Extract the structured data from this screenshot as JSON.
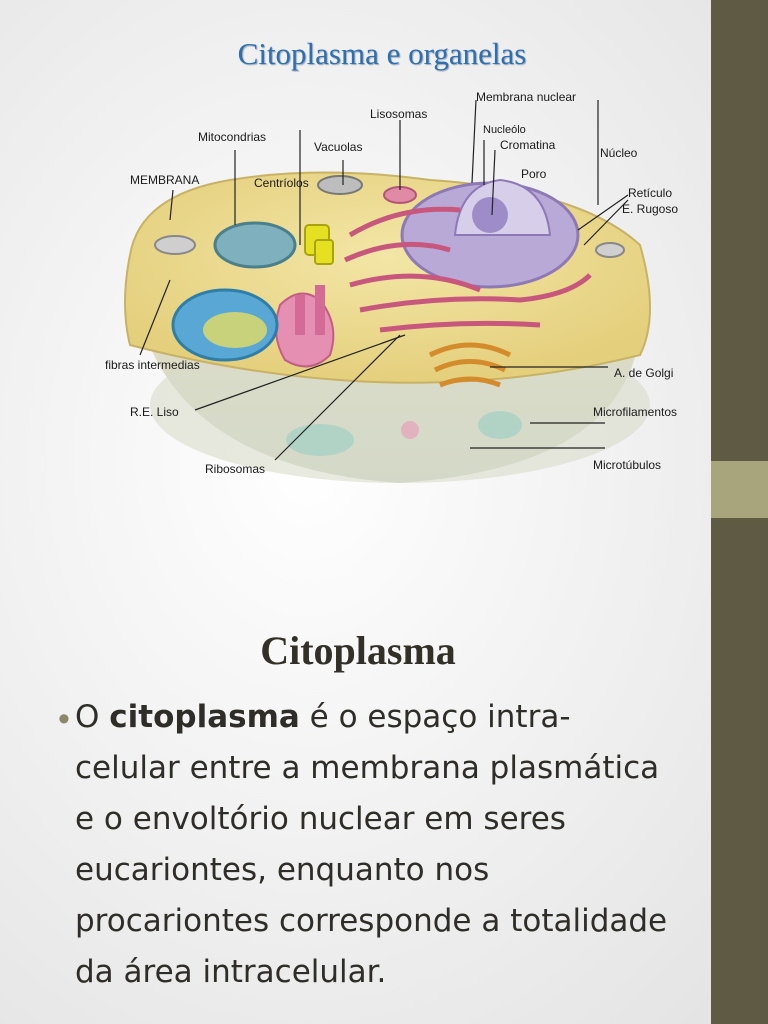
{
  "diagram": {
    "title": "Citoplasma e organelas",
    "labels": {
      "membrana_nuclear": "Membrana nuclear",
      "lisosomas": "Lisosomas",
      "mitocondrias": "Mitocondrias",
      "vacuolas": "Vacuolas",
      "nucleolo": "Nucleólo",
      "cromatina": "Cromatina",
      "nucleo": "Núcleo",
      "membrana": "MEMBRANA",
      "centriolos": "Centríolos",
      "poro": "Poro",
      "reticulo": "Retículo",
      "e_rugoso": "E. Rugoso",
      "fibras": "fibras intermedias",
      "golgi": "A. de Golgi",
      "re_liso": "R.E. Liso",
      "microfilamentos": "Microfilamentos",
      "ribosomas": "Ribosomas",
      "microtubulos": "Microtúbulos"
    }
  },
  "slide": {
    "heading": "Citoplasma",
    "bullet_prefix": "O ",
    "bullet_bold": "citoplasma",
    "bullet_rest": " é o espaço intra-celular entre a membrana plasmática e o envoltório nuclear em seres eucariontes, enquanto nos procariontes corresponde a totalidade da área intracelular."
  },
  "colors": {
    "side_bar": "#5f5a44",
    "side_accent": "#a8a57d",
    "title_blue": "#2f6fb0"
  }
}
